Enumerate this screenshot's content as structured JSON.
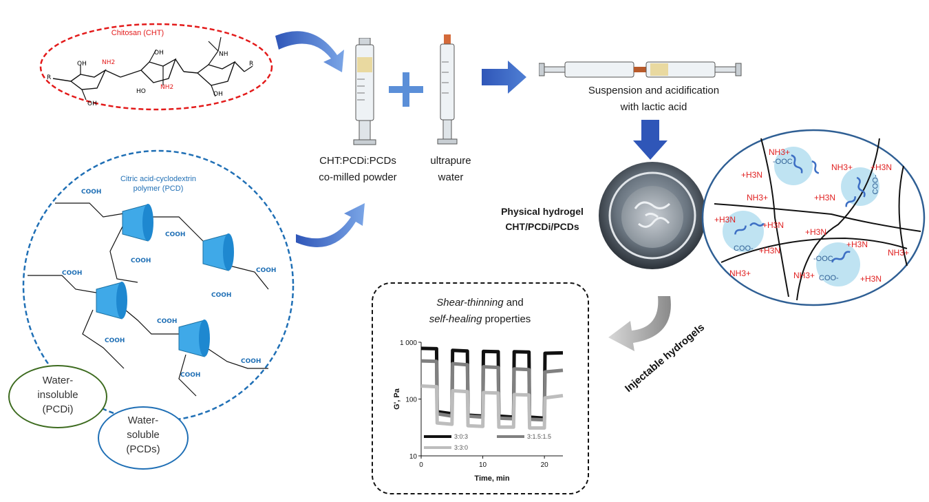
{
  "chitosan": {
    "title": "Chitosan (CHT)",
    "nh2_a": "NH2",
    "nh2_b": "NH2",
    "oh1": "OH",
    "oh2": "OH",
    "oh3": "HO",
    "oh4": "OH",
    "oh5": "OH",
    "r1": "R",
    "r2": "R",
    "nh": "NH"
  },
  "pcd": {
    "title": "Citric acid-cyclodextrin",
    "title2": "polymer (PCD)",
    "cooh": "COOH"
  },
  "bubbles": {
    "insoluble": [
      "Water-",
      "insoluble",
      "(PCDi)"
    ],
    "soluble": [
      "Water-",
      "soluble",
      "(PCDs)"
    ]
  },
  "syringes": {
    "powder_label": [
      "CHT:PCDi:PCDs",
      "co-milled powder"
    ],
    "water_label": [
      "ultrapure",
      "water"
    ],
    "suspension_label": [
      "Suspension and acidification",
      "with lactic acid"
    ]
  },
  "hydrogel": {
    "label": [
      "Physical hydrogel",
      "CHT/PCDi/PCDs"
    ]
  },
  "network": {
    "nh3": "NH3+",
    "h3n": "+H3N",
    "ooc": "-OOC",
    "coo": "COO-"
  },
  "injectable": "Injectable hydrogels",
  "rheo": {
    "title_italic_1": "Shear-thinning",
    "title_rest_1": " and",
    "title_italic_2": "self-healing",
    "title_rest_2": " properties"
  },
  "chart_data": {
    "type": "line",
    "xlabel": "Time, min",
    "ylabel": "G', Pa",
    "xlim": [
      0,
      23
    ],
    "ylim": [
      10,
      1000
    ],
    "yscale": "log",
    "x_ticks": [
      "0",
      "10",
      "20"
    ],
    "y_ticks": [
      "10",
      "100",
      "1 000"
    ],
    "legend": [
      "3:0:3",
      "3:1.5:1.5",
      "3:3:0"
    ],
    "series": [
      {
        "name": "3:0:3",
        "color": "#111111",
        "points": [
          [
            0,
            780
          ],
          [
            2.5,
            770
          ],
          [
            2.6,
            60
          ],
          [
            5,
            55
          ],
          [
            5.1,
            720
          ],
          [
            7.5,
            700
          ],
          [
            7.6,
            52
          ],
          [
            10,
            50
          ],
          [
            10.1,
            690
          ],
          [
            12.5,
            680
          ],
          [
            12.6,
            50
          ],
          [
            15,
            48
          ],
          [
            15.1,
            680
          ],
          [
            17.5,
            670
          ],
          [
            17.6,
            48
          ],
          [
            20,
            46
          ],
          [
            20.1,
            640
          ],
          [
            23,
            650
          ]
        ]
      },
      {
        "name": "3:1.5:1.5",
        "color": "#808080",
        "points": [
          [
            0,
            470
          ],
          [
            2.5,
            460
          ],
          [
            2.6,
            55
          ],
          [
            5,
            50
          ],
          [
            5.1,
            420
          ],
          [
            7.5,
            400
          ],
          [
            7.6,
            50
          ],
          [
            10,
            48
          ],
          [
            10.1,
            370
          ],
          [
            12.5,
            360
          ],
          [
            12.6,
            46
          ],
          [
            15,
            45
          ],
          [
            15.1,
            340
          ],
          [
            17.5,
            330
          ],
          [
            17.6,
            44
          ],
          [
            20,
            43
          ],
          [
            20.1,
            300
          ],
          [
            23,
            320
          ]
        ]
      },
      {
        "name": "3:3:0",
        "color": "#bdbdbd",
        "points": [
          [
            0,
            170
          ],
          [
            2.5,
            165
          ],
          [
            2.6,
            38
          ],
          [
            5,
            36
          ],
          [
            5.1,
            140
          ],
          [
            7.5,
            135
          ],
          [
            7.6,
            34
          ],
          [
            10,
            33
          ],
          [
            10.1,
            130
          ],
          [
            12.5,
            128
          ],
          [
            12.6,
            32
          ],
          [
            15,
            32
          ],
          [
            15.1,
            120
          ],
          [
            17.5,
            118
          ],
          [
            17.6,
            31
          ],
          [
            20,
            31
          ],
          [
            20.1,
            105
          ],
          [
            23,
            115
          ]
        ]
      }
    ]
  }
}
